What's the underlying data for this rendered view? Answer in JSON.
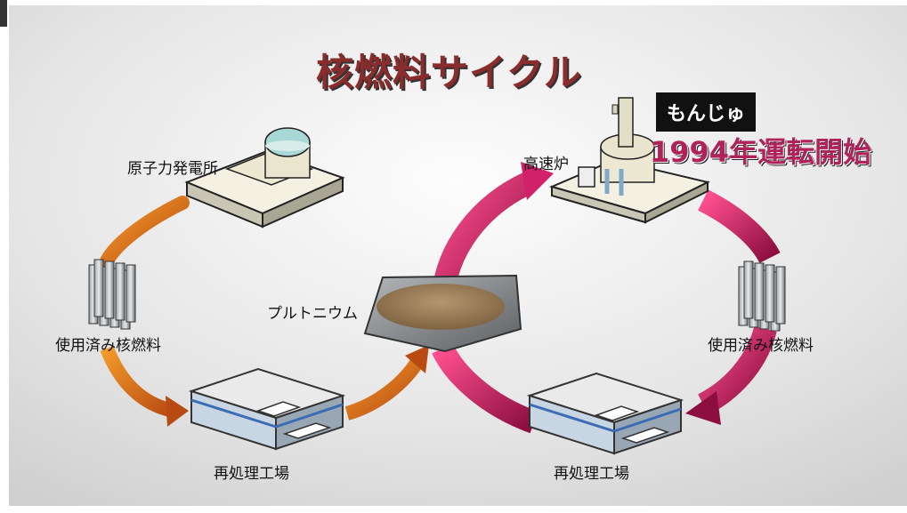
{
  "title": "核燃料サイクル",
  "labels": {
    "nuclear_plant": "原子力発電所",
    "spent_fuel_left": "使用済み核燃料",
    "reprocessing_left": "再処理工場",
    "plutonium": "プルトニウム",
    "fast_reactor": "高速炉",
    "spent_fuel_right": "使用済み核燃料",
    "reprocessing_right": "再処理工場"
  },
  "monju": {
    "name": "もんじゅ",
    "note": "1994年運転開始"
  },
  "colors": {
    "left_cycle_arrow": "#e07a1a",
    "right_cycle_arrow": "#d2206a",
    "title_color": "#8b2c2c",
    "monju_note_color": "#b0225a"
  }
}
